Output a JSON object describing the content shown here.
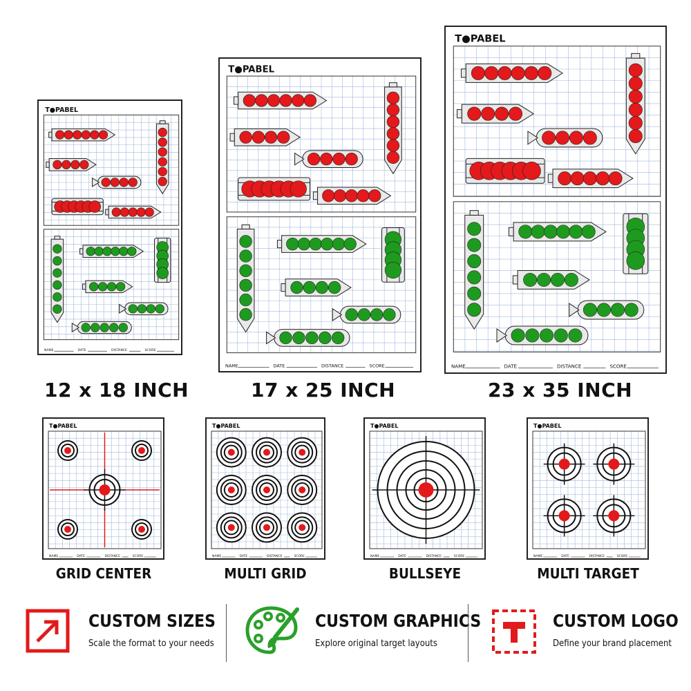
{
  "brand": "T●PABEL",
  "footer_fields": {
    "name": "NAME",
    "date": "DATE",
    "distance": "DISTANCE",
    "score": "SCORE"
  },
  "sizes": [
    {
      "label": "12 x 18 INCH"
    },
    {
      "label": "17 x 25 INCH"
    },
    {
      "label": "23 x 35 INCH"
    }
  ],
  "variants": [
    {
      "label": "GRID CENTER"
    },
    {
      "label": "MULTI GRID"
    },
    {
      "label": "BULLSEYE"
    },
    {
      "label": "MULTI TARGET"
    }
  ],
  "features": [
    {
      "title": "CUSTOM SIZES",
      "subtitle": "Scale the format to your needs",
      "icon": "resize-arrow-icon"
    },
    {
      "title": "CUSTOM GRAPHICS",
      "subtitle": "Explore original target layouts",
      "icon": "palette-icon"
    },
    {
      "title": "CUSTOM LOGO",
      "subtitle": "Define your brand placement",
      "icon": "logo-placement-icon"
    }
  ],
  "colors": {
    "accent_red": "#e3191b",
    "target_green": "#1e9b1e",
    "grid_blue": "#9fb8dd",
    "ink": "#111111",
    "icon_green": "#2aa02a"
  }
}
